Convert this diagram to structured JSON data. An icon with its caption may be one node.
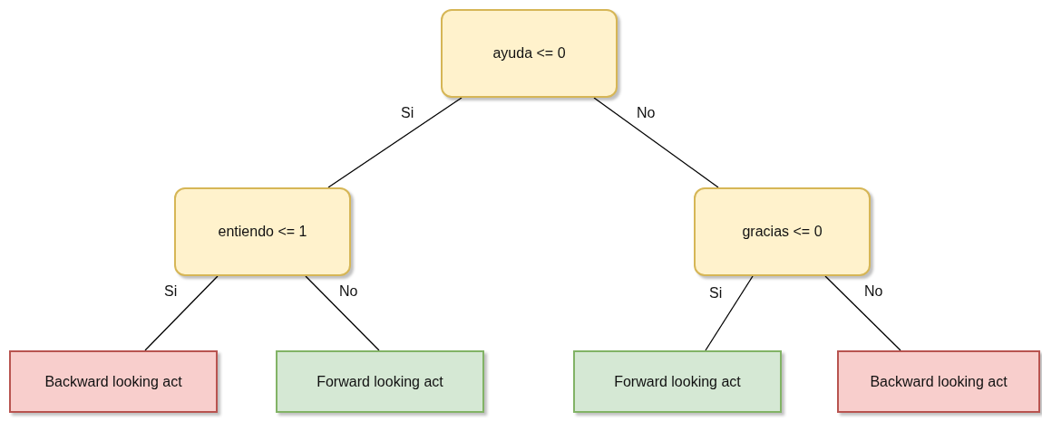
{
  "diagram": {
    "nodes": [
      {
        "text": [
          "ayuda <= 0"
        ]
      },
      {
        "text": [
          "entiendo <= 1"
        ]
      },
      {
        "text": [
          "gracias <= 0"
        ]
      },
      {
        "text": [
          "Backward looking act"
        ]
      },
      {
        "text": [
          "Forward looking act"
        ]
      },
      {
        "text": [
          "Forward looking act"
        ]
      },
      {
        "text": [
          "Backward looking act"
        ]
      }
    ],
    "edges": [
      {
        "from": 0,
        "to": 1,
        "arrow": "none",
        "label": "Si"
      },
      {
        "from": 0,
        "to": 2,
        "arrow": "none",
        "label": "No"
      },
      {
        "from": 1,
        "to": 3,
        "arrow": "none",
        "label": "Si"
      },
      {
        "from": 1,
        "to": 4,
        "arrow": "none",
        "label": "No"
      },
      {
        "from": 2,
        "to": 5,
        "arrow": "none",
        "label": "Si"
      },
      {
        "from": 2,
        "to": 6,
        "arrow": "none",
        "label": "No"
      }
    ]
  }
}
